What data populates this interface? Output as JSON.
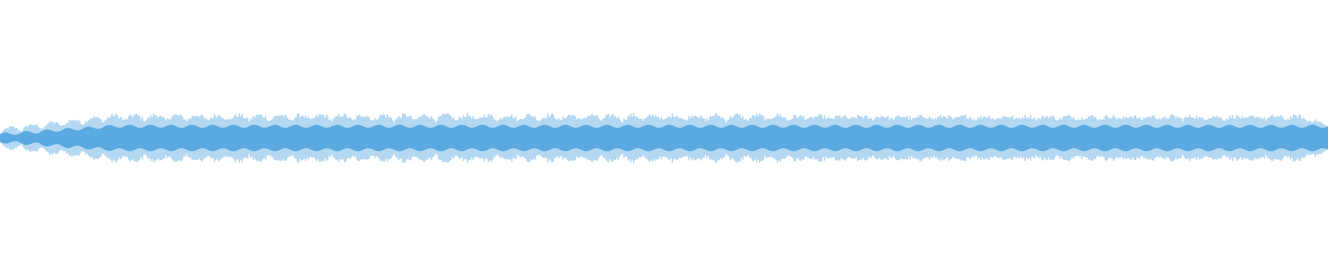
{
  "waveform": {
    "color": "#5aa9e0",
    "background": "#ffffff",
    "envelope": {
      "fade_in_fraction": 0.085,
      "fade_out_fraction": 0.02,
      "base_amplitude": 0.16,
      "pulse_depth": 0.045,
      "pulse_count": 64,
      "inner_band_amplitude": 0.085
    }
  }
}
